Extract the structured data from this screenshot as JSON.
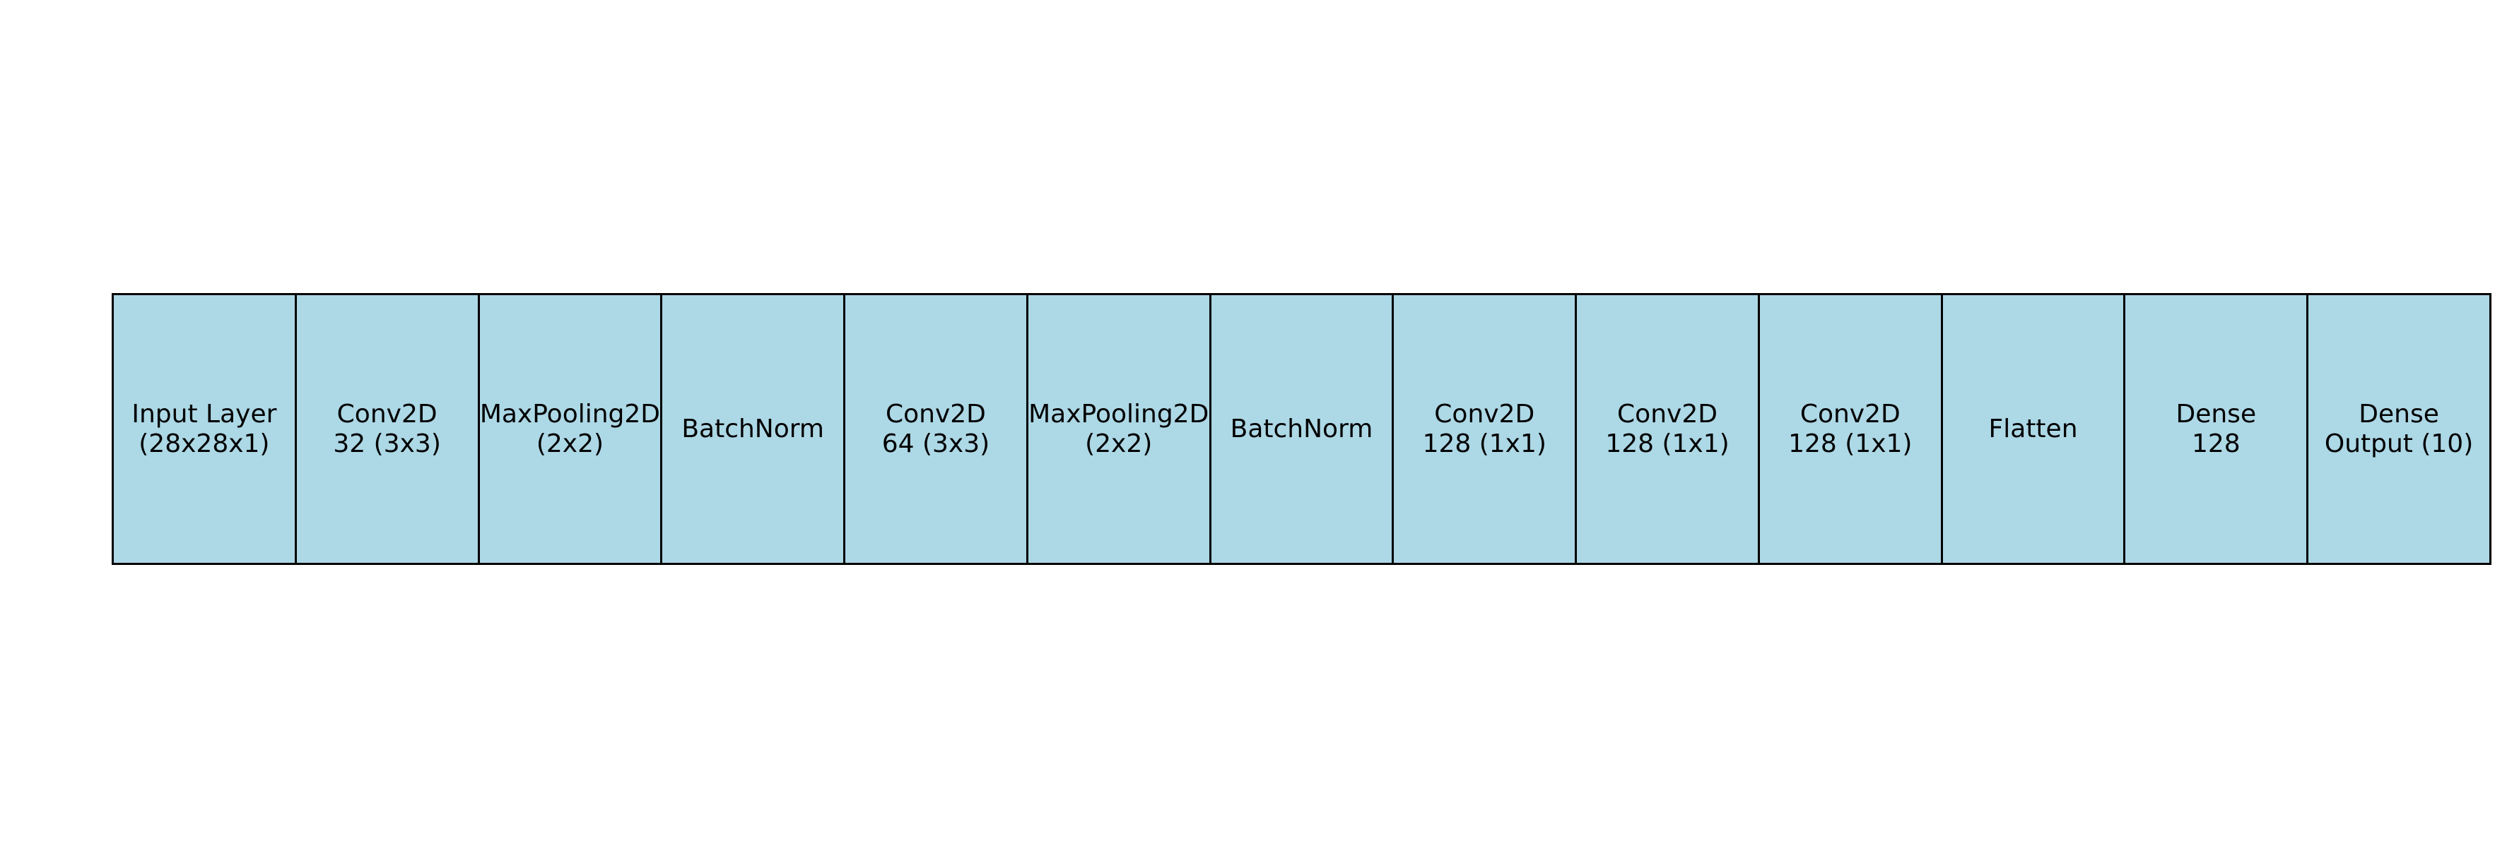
{
  "colors": {
    "block_fill": "#add8e6",
    "block_border": "#000000",
    "text": "#000000",
    "background": "#ffffff"
  },
  "layers": [
    {
      "line1": "Input Layer",
      "line2": "(28x28x1)"
    },
    {
      "line1": "Conv2D",
      "line2": "32 (3x3)"
    },
    {
      "line1": "MaxPooling2D",
      "line2": "(2x2)"
    },
    {
      "line1": "BatchNorm",
      "line2": ""
    },
    {
      "line1": "Conv2D",
      "line2": "64 (3x3)"
    },
    {
      "line1": "MaxPooling2D",
      "line2": "(2x2)"
    },
    {
      "line1": "BatchNorm",
      "line2": ""
    },
    {
      "line1": "Conv2D",
      "line2": "128 (1x1)"
    },
    {
      "line1": "Conv2D",
      "line2": "128 (1x1)"
    },
    {
      "line1": "Conv2D",
      "line2": "128 (1x1)"
    },
    {
      "line1": "Flatten",
      "line2": ""
    },
    {
      "line1": "Dense",
      "line2": "128"
    },
    {
      "line1": "Dense",
      "line2": "Output (10)"
    }
  ]
}
